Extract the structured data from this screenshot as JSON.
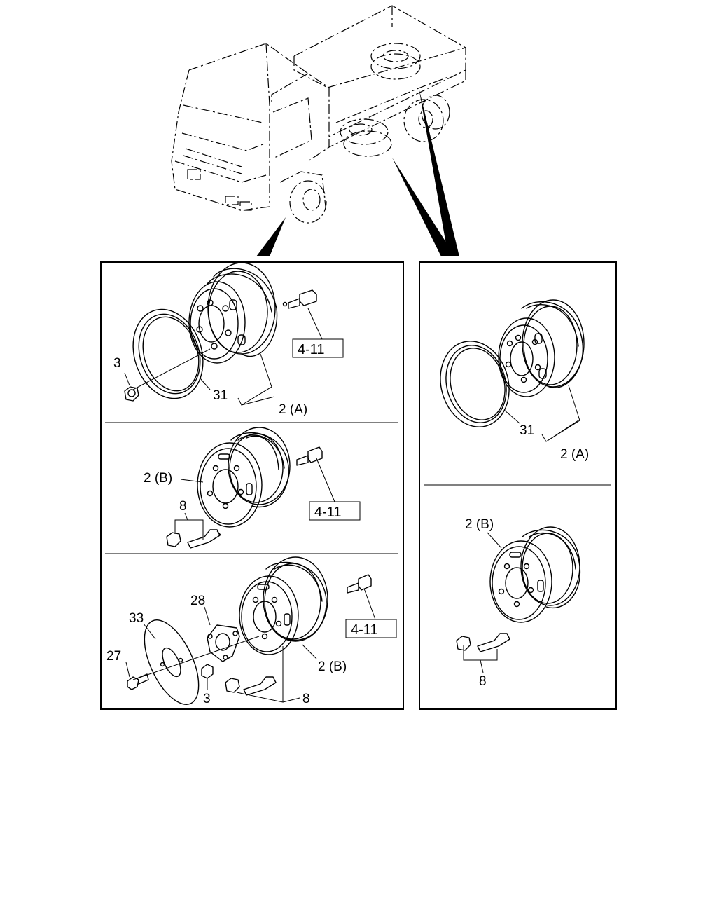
{
  "callouts": {
    "p1_bolt_ref": "4-11",
    "p1_nut": "3",
    "p1_ring": "31",
    "p1_wheel": "2 (A)",
    "p2_wheel": "2 (B)",
    "p2_valve": "8",
    "p2_bolt_ref": "4-11",
    "p3_disc": "33",
    "p3_bolt": "27",
    "p3_plate": "28",
    "p3_nut": "3",
    "p3_valve": "8",
    "p3_wheel": "2 (B)",
    "p3_bolt_ref": "4-11",
    "p4_ring": "31",
    "p4_wheel": "2 (A)",
    "p5_wheel": "2 (B)",
    "p5_valve": "8"
  }
}
